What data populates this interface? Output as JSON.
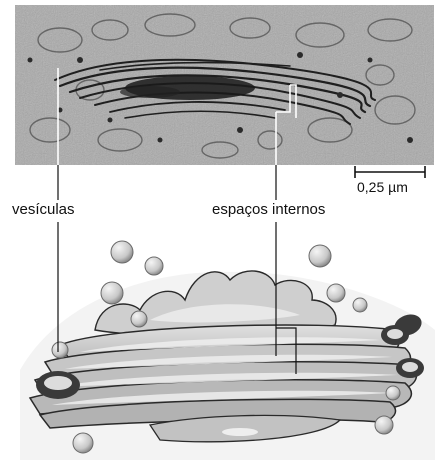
{
  "labels": {
    "vesicles": "vesículas",
    "internal_spaces": "espaços internos"
  },
  "scale_bar": {
    "label": "0,25 µm"
  },
  "colors": {
    "micrograph_background": "#a9a9a9",
    "membrane": "#2a2a2a",
    "lumen": "#e6e6e6",
    "leader_line": "#ffffff"
  }
}
